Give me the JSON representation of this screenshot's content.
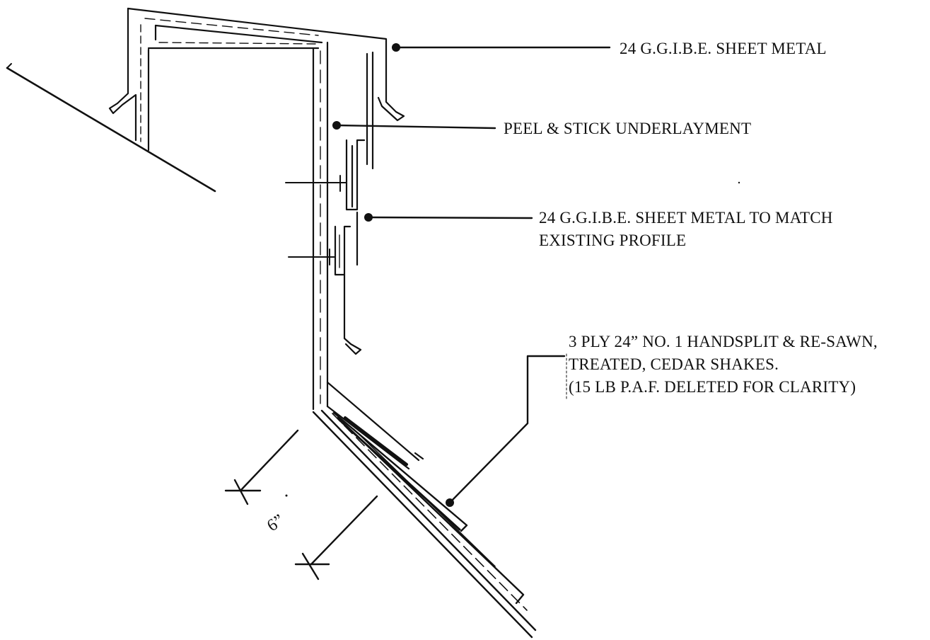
{
  "colors": {
    "ink": "#111111",
    "paper": "#ffffff"
  },
  "callouts": {
    "sheet_metal": "24 G.G.I.B.E. SHEET METAL",
    "underlayment": "PEEL & STICK UNDERLAYMENT",
    "match_profile_line1": "24 G.G.I.B.E. SHEET METAL TO MATCH",
    "match_profile_line2": "EXISTING PROFILE",
    "shakes_line1": "3 PLY 24” NO. 1 HANDSPLIT & RE-SAWN,",
    "shakes_line2": "TREATED, CEDAR SHAKES.",
    "shakes_line3": "(15 LB P.A.F. DELETED FOR CLARITY)"
  },
  "dimension": {
    "label": "6”"
  }
}
